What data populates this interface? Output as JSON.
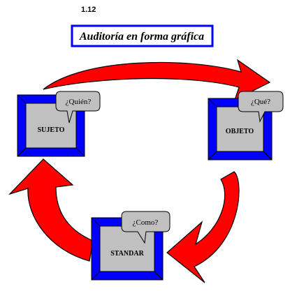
{
  "section_number": "1.12",
  "title": "Auditoría en forma gráfica",
  "nodes": {
    "subject": {
      "label": "SUJETO",
      "question": "¿Quién?"
    },
    "object": {
      "label": "OBJETO",
      "question": "¿Qué?"
    },
    "standard": {
      "label": "STANDAR",
      "question": "¿Como?"
    }
  },
  "colors": {
    "arrow_fill": "#ff0000",
    "arrow_stroke": "#000000",
    "box_frame": "#0000ff",
    "box_face": "#c0c0c0",
    "bubble_fill": "#c0c0c0",
    "title_border": "#0000ff"
  }
}
